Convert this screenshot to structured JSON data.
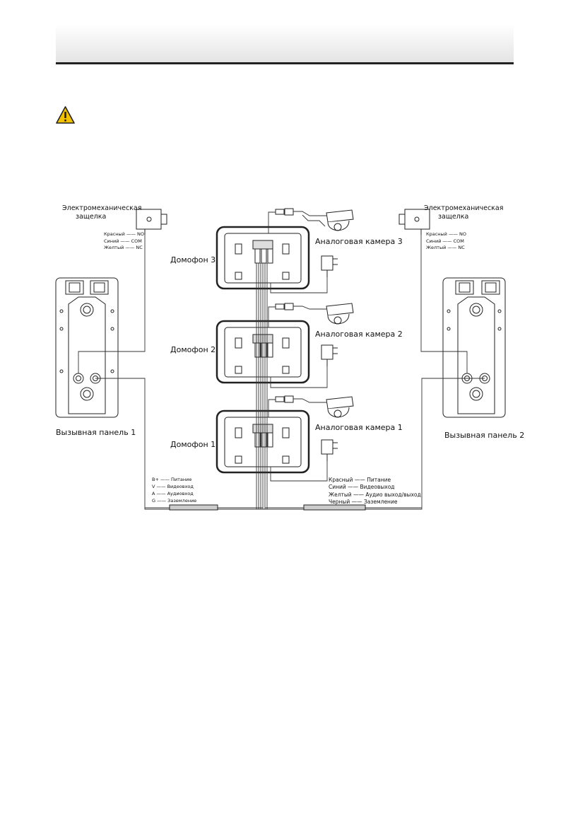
{
  "lock_left": {
    "title_line1": "Электромеханическая",
    "title_line2": "защелка",
    "wires": [
      "Красный —— NO",
      "Синий —— COM",
      "Желтый —— NC"
    ]
  },
  "lock_right": {
    "title_line1": "Электромеханическая",
    "title_line2": "защелка",
    "wires": [
      "Красный —— NO",
      "Синий —— COM",
      "Желтый —— NC"
    ]
  },
  "monitors": [
    {
      "label": "Домофон 3"
    },
    {
      "label": "Домофон 2"
    },
    {
      "label": "Домофон 1"
    }
  ],
  "cameras": [
    {
      "label": "Аналоговая камера 3"
    },
    {
      "label": "Аналоговая камера 2"
    },
    {
      "label": "Аналоговая камера 1"
    }
  ],
  "panels": [
    {
      "label": "Вызывная панель 1"
    },
    {
      "label": "Вызывная панель 2"
    }
  ],
  "legend_left": [
    "B+ —— Питание",
    "V —— Видеовход",
    "A —— Аудиовход",
    "G —— Заземление"
  ],
  "legend_right": [
    "Красный —— Питание",
    "Синий —— Видеовыход",
    "Желтый —— Аудио выход/выход",
    "Черный —— Заземление"
  ],
  "colors": {
    "line": "#222222",
    "cable": "#888888",
    "warning": "#f2c200"
  }
}
